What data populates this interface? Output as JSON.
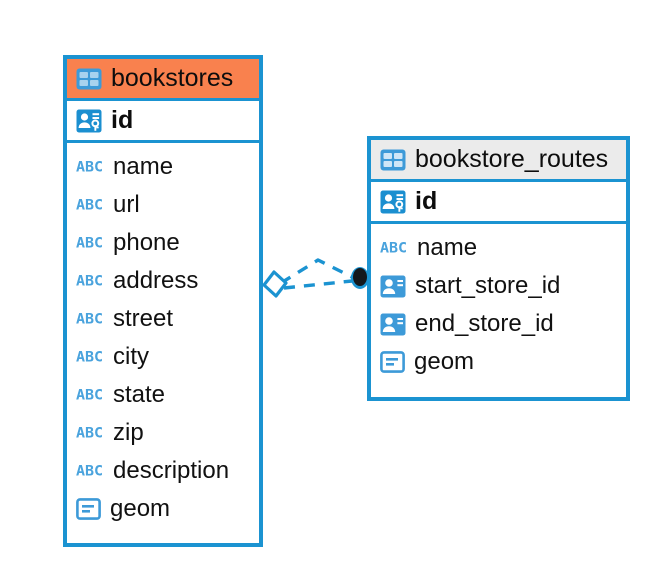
{
  "diagram": {
    "type": "entity-relationship-diagram",
    "colors": {
      "accent_blue": "#1b93d1",
      "icon_blue": "#3d9ad8",
      "header_orange": "#f9814e",
      "header_gray": "#ebebeb",
      "text": "#0d0d0d"
    },
    "entities": [
      {
        "name": "bookstores",
        "header_style": "accent",
        "table_icon": "table-icon",
        "primary_key": {
          "label": "id",
          "icon": "primary-key-icon"
        },
        "fields": [
          {
            "label": "name",
            "icon": "abc-text-icon"
          },
          {
            "label": "url",
            "icon": "abc-text-icon"
          },
          {
            "label": "phone",
            "icon": "abc-text-icon"
          },
          {
            "label": "address",
            "icon": "abc-text-icon"
          },
          {
            "label": "street",
            "icon": "abc-text-icon"
          },
          {
            "label": "city",
            "icon": "abc-text-icon"
          },
          {
            "label": "state",
            "icon": "abc-text-icon"
          },
          {
            "label": "zip",
            "icon": "abc-text-icon"
          },
          {
            "label": "description",
            "icon": "abc-text-icon"
          },
          {
            "label": "geom",
            "icon": "geometry-icon"
          }
        ]
      },
      {
        "name": "bookstore_routes",
        "header_style": "plain",
        "table_icon": "table-icon",
        "primary_key": {
          "label": "id",
          "icon": "primary-key-icon"
        },
        "fields": [
          {
            "label": "name",
            "icon": "abc-text-icon"
          },
          {
            "label": "start_store_id",
            "icon": "foreign-key-icon"
          },
          {
            "label": "end_store_id",
            "icon": "foreign-key-icon"
          },
          {
            "label": "geom",
            "icon": "geometry-icon"
          }
        ]
      }
    ],
    "relationship": {
      "style": "dashed",
      "color": "#1b93d1",
      "source_marker": "diamond-marker",
      "target_marker": "filled-circle-marker"
    }
  }
}
